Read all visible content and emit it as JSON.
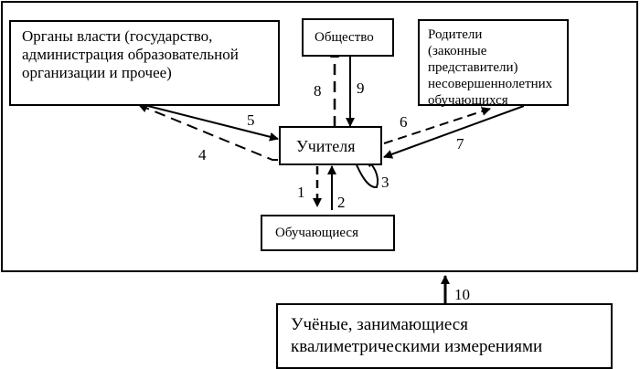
{
  "nodes": {
    "authorities": "Органы власти (государство, администрация образовательной организации и прочее)",
    "society": "Общество",
    "parents": "Родители (законные представители) несовершеннолетних обучающихся",
    "teachers": "Учителя",
    "students": "Обучающиеся",
    "scientists": "Учёные, занимающиеся квалиметрическими измерениями"
  },
  "edges": [
    {
      "label": "1",
      "from": "teachers",
      "to": "students",
      "style": "dashed"
    },
    {
      "label": "2",
      "from": "students",
      "to": "teachers",
      "style": "solid"
    },
    {
      "label": "3",
      "from": "teachers",
      "to": "teachers",
      "style": "solid"
    },
    {
      "label": "4",
      "from": "teachers",
      "to": "authorities",
      "style": "dashed"
    },
    {
      "label": "5",
      "from": "authorities",
      "to": "teachers",
      "style": "solid"
    },
    {
      "label": "6",
      "from": "teachers",
      "to": "parents",
      "style": "dashed"
    },
    {
      "label": "7",
      "from": "parents",
      "to": "teachers",
      "style": "solid"
    },
    {
      "label": "8",
      "from": "teachers",
      "to": "society",
      "style": "dashed"
    },
    {
      "label": "9",
      "from": "society",
      "to": "teachers",
      "style": "solid"
    },
    {
      "label": "10",
      "from": "scientists",
      "to": "system",
      "style": "solid"
    }
  ]
}
